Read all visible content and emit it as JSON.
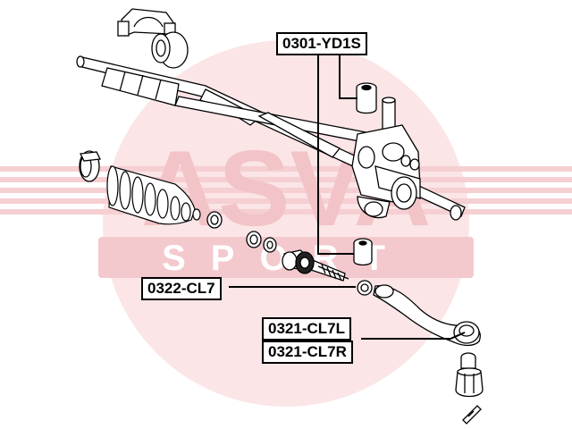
{
  "watermark": {
    "logo_text": "ASVA",
    "sub_text": "SPORT",
    "color": "#f7d7d9"
  },
  "labels": {
    "steering_rack_bushing": "0301-YD1S",
    "inner_tie_rod": "0322-CL7",
    "tie_rod_end_left": "0321-CL7L",
    "tie_rod_end_right": "0321-CL7R"
  },
  "colors": {
    "line": "#000000",
    "label_border": "#000000",
    "label_bg": "#ffffff"
  }
}
